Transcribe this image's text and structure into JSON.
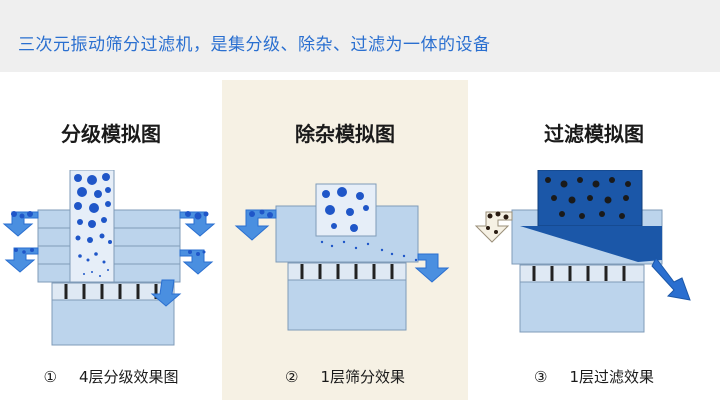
{
  "header": {
    "text": "三次元振动筛分过滤机，是集分级、除杂、过滤为一体的设备"
  },
  "panels": [
    {
      "title": "分级模拟图",
      "num": "①",
      "caption": "4层分级效果图"
    },
    {
      "title": "除杂模拟图",
      "num": "②",
      "caption": "1层筛分效果"
    },
    {
      "title": "过滤模拟图",
      "num": "③",
      "caption": "1层过滤效果"
    }
  ],
  "colors": {
    "header_text": "#2a6fd0",
    "machine_body": "#bcd4ec",
    "machine_edge": "#7f9bb8",
    "particle_blue": "#1f56c8",
    "liquid_blue": "#1b57a8",
    "arrow_blue": "#4a8fe0",
    "particle_dark": "#2a1c12"
  }
}
